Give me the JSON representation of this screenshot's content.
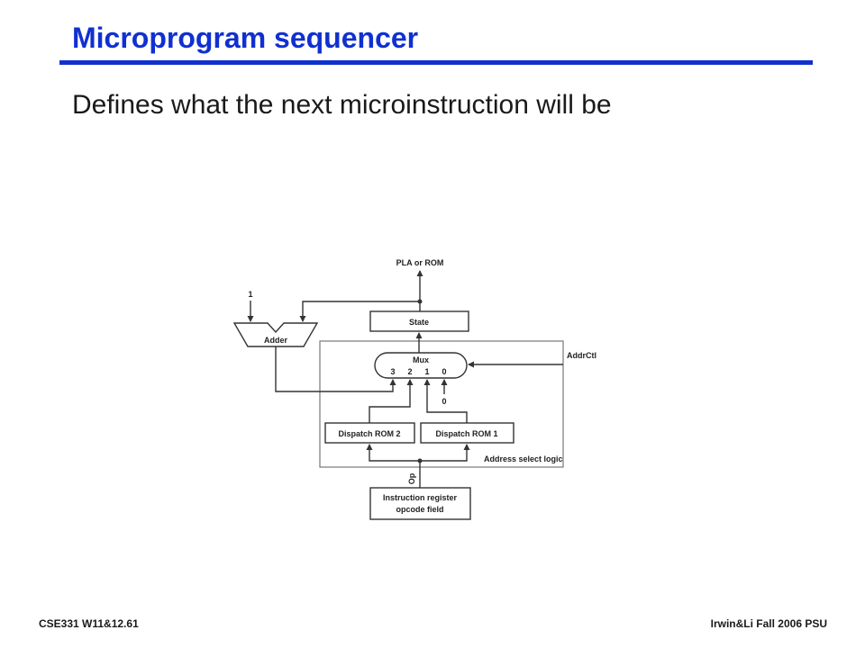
{
  "slide": {
    "title": "Microprogram sequencer",
    "subtitle": "Defines what the next microinstruction will be"
  },
  "diagram": {
    "pla_label": "PLA or ROM",
    "state_label": "State",
    "adder_label": "Adder",
    "adder_input": "1",
    "mux_label": "Mux",
    "mux_inputs": [
      "3",
      "2",
      "1",
      "0"
    ],
    "zero_input": "0",
    "addrctl_label": "AddrCtl",
    "dispatch_rom2_label": "Dispatch ROM 2",
    "dispatch_rom1_label": "Dispatch ROM 1",
    "address_select_label": "Address select logic",
    "op_label": "Op",
    "ir_label_line1": "Instruction register",
    "ir_label_line2": "opcode field"
  },
  "footer": {
    "left": "CSE331  W11&12.61",
    "right": "Irwin&Li Fall 2006 PSU"
  }
}
